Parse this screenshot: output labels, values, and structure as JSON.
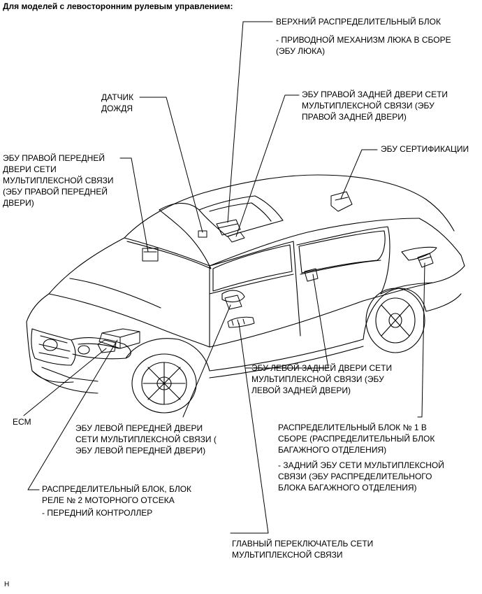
{
  "title": "Для моделей с левосторонним рулевым управлением:",
  "footer_mark": "H",
  "labels": {
    "upper_jb": {
      "line1": "ВЕРХНИЙ РАСПРЕДЕЛИТЕЛЬНЫЙ БЛОК",
      "line2": "- ПРИВОДНОЙ МЕХАНИЗМ ЛЮКА В СБОРЕ",
      "line3": "(ЭБУ ЛЮКА)"
    },
    "rain_sensor": {
      "line1": "ДАТЧИК",
      "line2": "ДОЖДЯ"
    },
    "rr_door_ecu": {
      "line1": "ЭБУ ПРАВОЙ ЗАДНЕЙ ДВЕРИ СЕТИ",
      "line2": "МУЛЬТИПЛЕКСНОЙ СВЯЗИ (ЭБУ",
      "line3": "ПРАВОЙ ЗАДНЕЙ ДВЕРИ)"
    },
    "cert_ecu": {
      "line1": "ЭБУ СЕРТИФИКАЦИИ"
    },
    "rf_door_ecu": {
      "line1": "ЭБУ ПРАВОЙ ПЕРЕДНЕЙ",
      "line2": "ДВЕРИ СЕТИ",
      "line3": "МУЛЬТИПЛЕКСНОЙ СВЯЗИ",
      "line4": "(ЭБУ ПРАВОЙ ПЕРЕДНЕЙ",
      "line5": "ДВЕРИ)"
    },
    "lr_door_ecu": {
      "line1": "ЭБУ ЛЕВОЙ ЗАДНЕЙ ДВЕРИ СЕТИ",
      "line2": "МУЛЬТИПЛЕКСНОЙ СВЯЗИ (ЭБУ",
      "line3": "ЛЕВОЙ ЗАДНЕЙ ДВЕРИ)"
    },
    "ecm": {
      "line1": "ECM"
    },
    "lf_door_ecu": {
      "line1": "ЭБУ ЛЕВОЙ ПЕРЕДНЕЙ ДВЕРИ",
      "line2": "СЕТИ МУЛЬТИПЛЕКСНОЙ СВЯЗИ (",
      "line3": "ЭБУ ЛЕВОЙ ПЕРЕДНЕЙ ДВЕРИ)"
    },
    "luggage_jb": {
      "line1": "РАСПРЕДЕЛИТЕЛЬНЫЙ БЛОК № 1 В",
      "line2": "СБОРЕ (РАСПРЕДЕЛИТЕЛЬНЫЙ БЛОК",
      "line3": "БАГАЖНОГО ОТДЕЛЕНИЯ)",
      "line4": "- ЗАДНИЙ ЭБУ СЕТИ МУЛЬТИПЛЕКСНОЙ",
      "line5": "СВЯЗИ (ЭБУ РАСПРЕДЕЛИТЕЛЬНОГО",
      "line6": "БЛОКА БАГАЖНОГО ОТДЕЛЕНИЯ)"
    },
    "engine_jb": {
      "line1": "РАСПРЕДЕЛИТЕЛЬНЫЙ БЛОК, БЛОК",
      "line2": "РЕЛЕ № 2 МОТОРНОГО ОТСЕКА",
      "line3": "- ПЕРЕДНИЙ КОНТРОЛЛЕР"
    },
    "main_switch": {
      "line1": "ГЛАВНЫЙ ПЕРЕКЛЮЧАТЕЛЬ СЕТИ",
      "line2": "МУЛЬТИПЛЕКСНОЙ СВЯЗИ"
    }
  }
}
